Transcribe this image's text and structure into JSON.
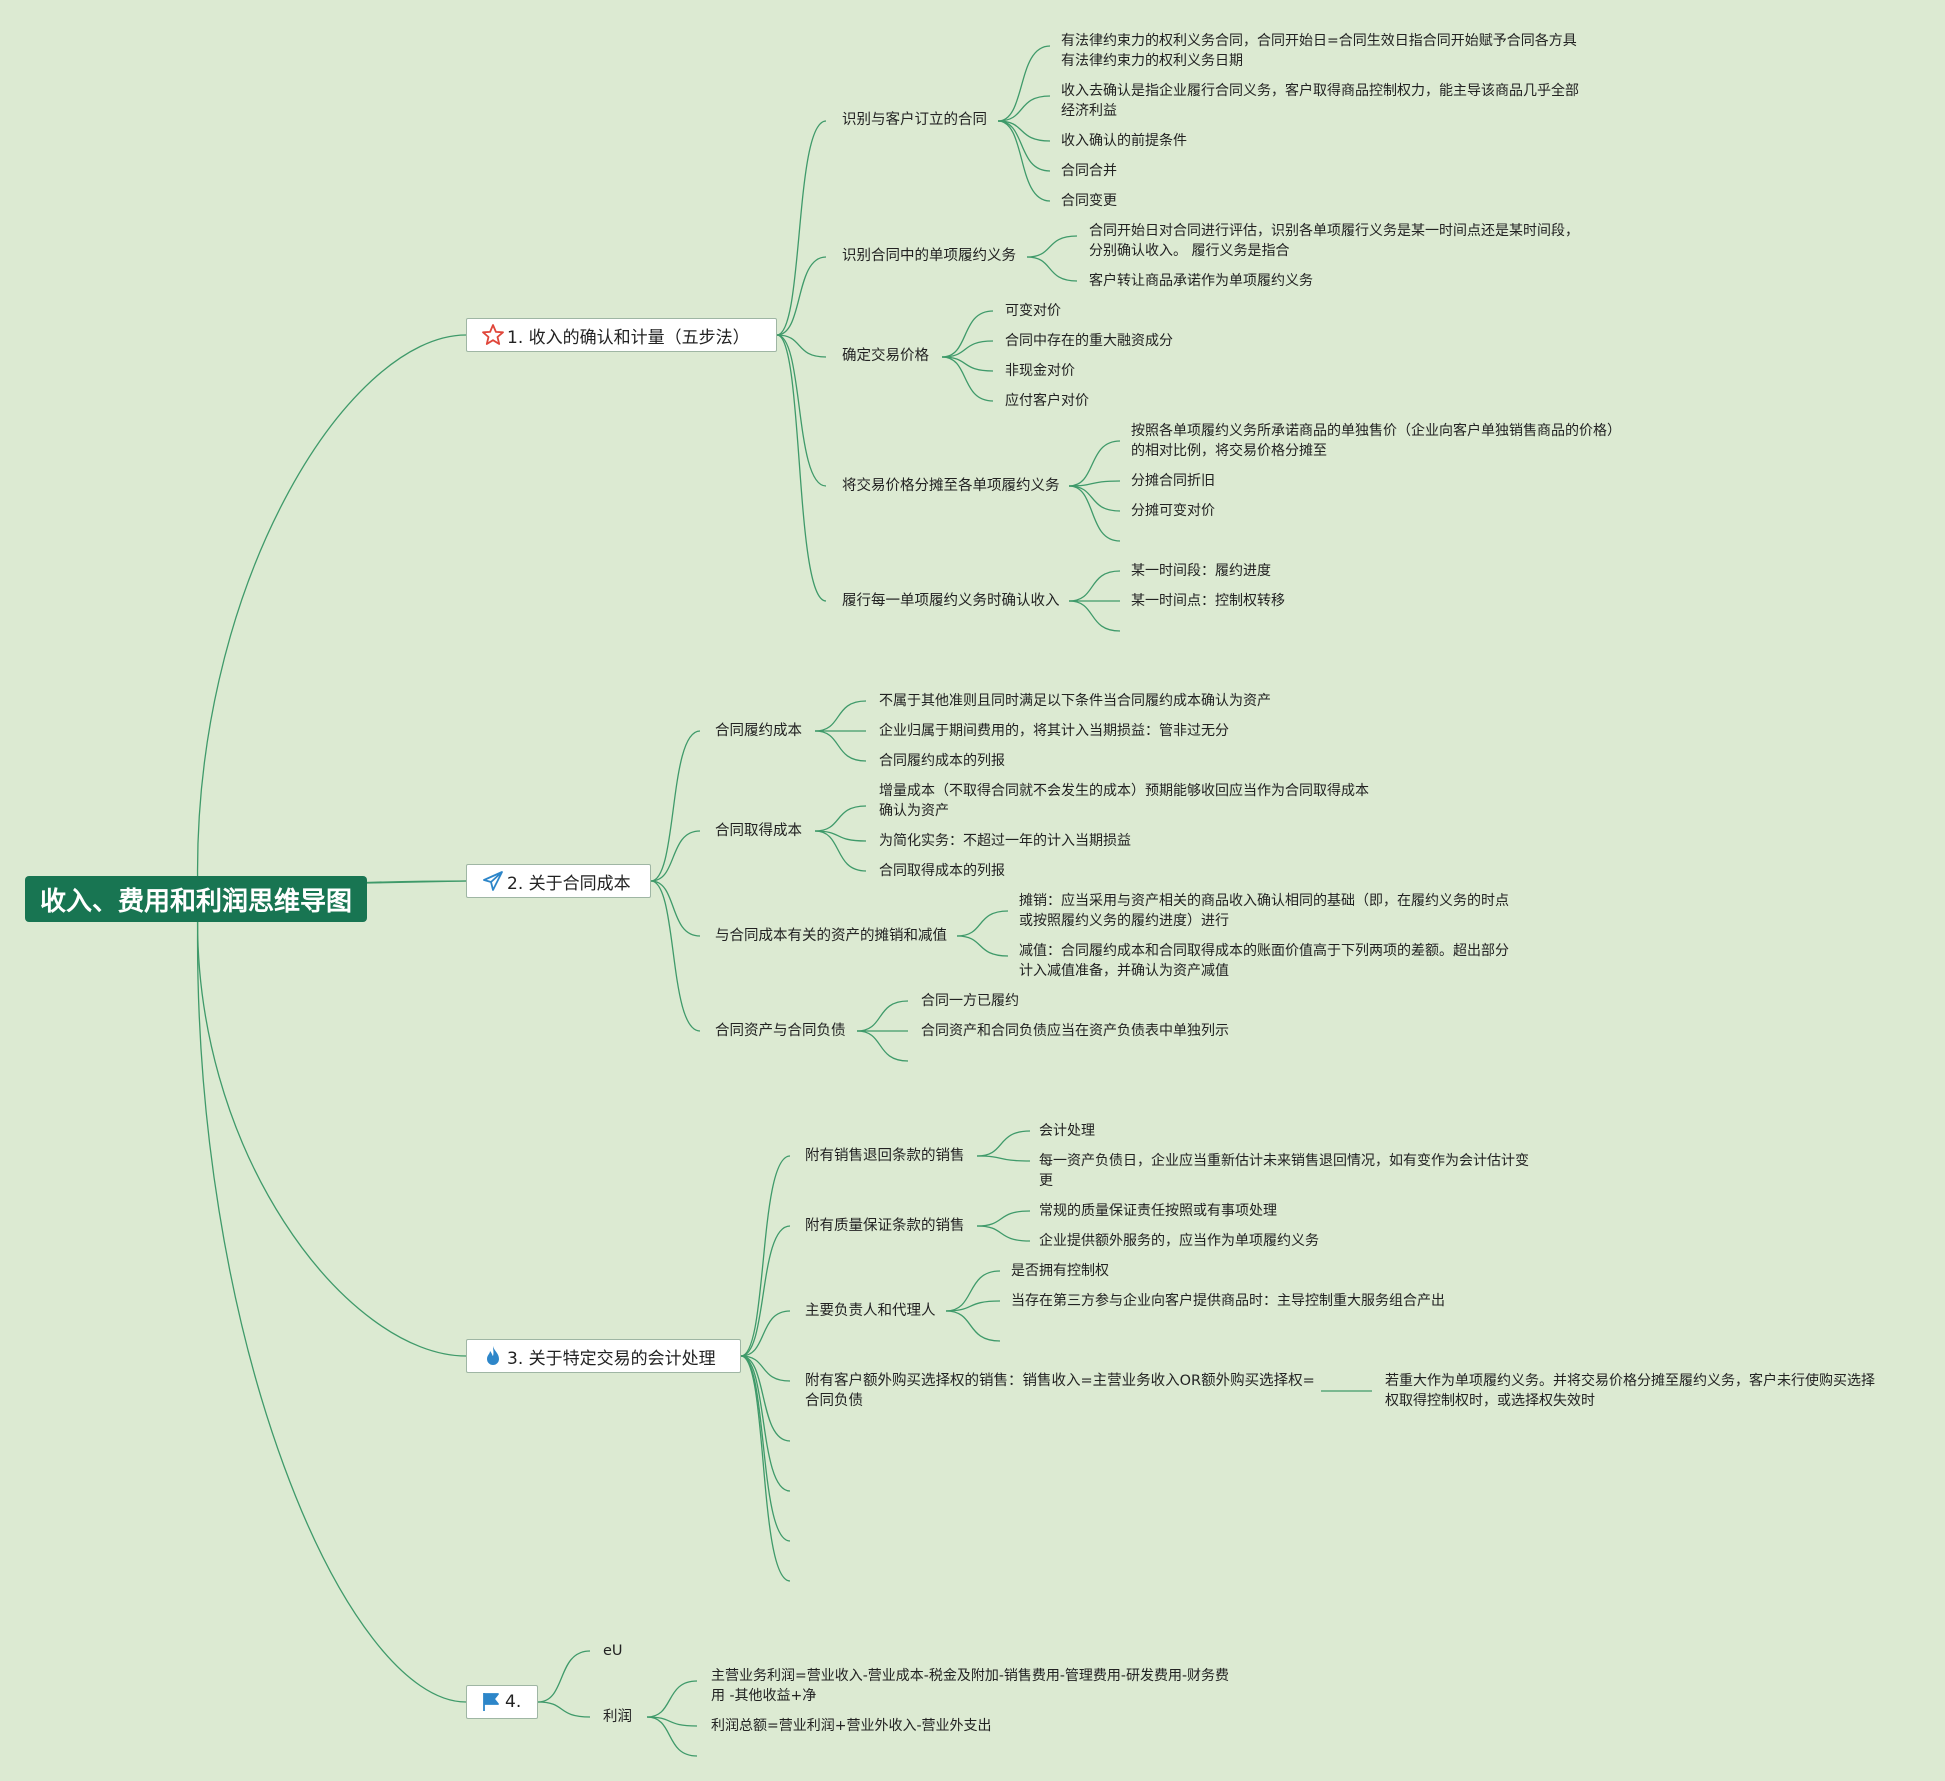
{
  "root": "收入、费用和利润思维导图",
  "colors": {
    "background": "#dcead2",
    "root": "#187552",
    "line": "#3f9a6a"
  },
  "b1": {
    "label": "1. 收入的确认和计量（五步法）",
    "icon": "star-icon",
    "s1": {
      "label": "识别与客户订立的合同",
      "items": [
        "有法律约束力的权利义务合同，合同开始日=合同生效日指合同开始赋予合同各方具有法律约束力的权利义务日期",
        "收入去确认是指企业履行合同义务，客户取得商品控制权力，能主导该商品几乎全部经济利益",
        "收入确认的前提条件",
        "合同合并",
        "合同变更"
      ]
    },
    "s2": {
      "label": "识别合同中的单项履约义务",
      "items": [
        "合同开始日对合同进行评估，识别各单项履行义务是某一时间点还是某时间段，分别确认收入。 履行义务是指合",
        "客户转让商品承诺作为单项履约义务"
      ]
    },
    "s3": {
      "label": "确定交易价格",
      "items": [
        "可变对价",
        "合同中存在的重大融资成分",
        "非现金对价",
        "应付客户对价"
      ]
    },
    "s4": {
      "label": "将交易价格分摊至各单项履约义务",
      "items": [
        "按照各单项履约义务所承诺商品的单独售价（企业向客户单独销售商品的价格）的相对比例，将交易价格分摊至",
        "分摊合同折旧",
        "分摊可变对价"
      ]
    },
    "s5": {
      "label": "履行每一单项履约义务时确认收入",
      "items": [
        "某一时间段：履约进度",
        "某一时间点：控制权转移"
      ]
    }
  },
  "b2": {
    "label": "2. 关于合同成本",
    "icon": "paper-plane-icon",
    "s1": {
      "label": "合同履约成本",
      "items": [
        "不属于其他准则且同时满足以下条件当合同履约成本确认为资产",
        "企业归属于期间费用的，将其计入当期损益：管非过无分",
        "合同履约成本的列报"
      ]
    },
    "s2": {
      "label": "合同取得成本",
      "items": [
        "增量成本（不取得合同就不会发生的成本）预期能够收回应当作为合同取得成本确认为资产",
        "为简化实务：不超过一年的计入当期损益",
        "合同取得成本的列报"
      ]
    },
    "s3": {
      "label": "与合同成本有关的资产的摊销和减值",
      "items": [
        "摊销：应当采用与资产相关的商品收入确认相同的基础（即，在履约义务的时点或按照履约义务的履约进度）进行",
        "减值：合同履约成本和合同取得成本的账面价值高于下列两项的差额。超出部分计入减值准备，并确认为资产减值"
      ]
    },
    "s4": {
      "label": "合同资产与合同负债",
      "items": [
        "合同一方已履约",
        "合同资产和合同负债应当在资产负债表中单独列示"
      ]
    }
  },
  "b3": {
    "label": "3. 关于特定交易的会计处理",
    "icon": "fire-icon",
    "s1": {
      "label": "附有销售退回条款的销售",
      "items": [
        "会计处理",
        "每一资产负债日，企业应当重新估计未来销售退回情况，如有变作为会计估计变更"
      ]
    },
    "s2": {
      "label": "附有质量保证条款的销售",
      "items": [
        "常规的质量保证责任按照或有事项处理",
        "企业提供额外服务的，应当作为单项履约义务"
      ]
    },
    "s3": {
      "label": "主要负责人和代理人",
      "items": [
        "是否拥有控制权",
        "当存在第三方参与企业向客户提供商品时：主导控制重大服务组合产出"
      ]
    },
    "s4": {
      "label": "附有客户额外购买选择权的销售：销售收入=主营业务收入OR额外购买选择权=合同负债",
      "items": [
        "若重大作为单项履约义务。并将交易价格分摊至履约义务，客户未行使购买选择权取得控制权时，或选择权失效时"
      ]
    }
  },
  "b4": {
    "label": "4.",
    "icon": "flag-icon",
    "s1": {
      "label": "eU"
    },
    "s2": {
      "label": "利润",
      "items": [
        "主营业务利润=营业收入-营业成本-税金及附加-销售费用-管理费用-研发费用-财务费用 -其他收益+净",
        "利润总额=营业利润+营业外收入-营业外支出"
      ]
    }
  }
}
